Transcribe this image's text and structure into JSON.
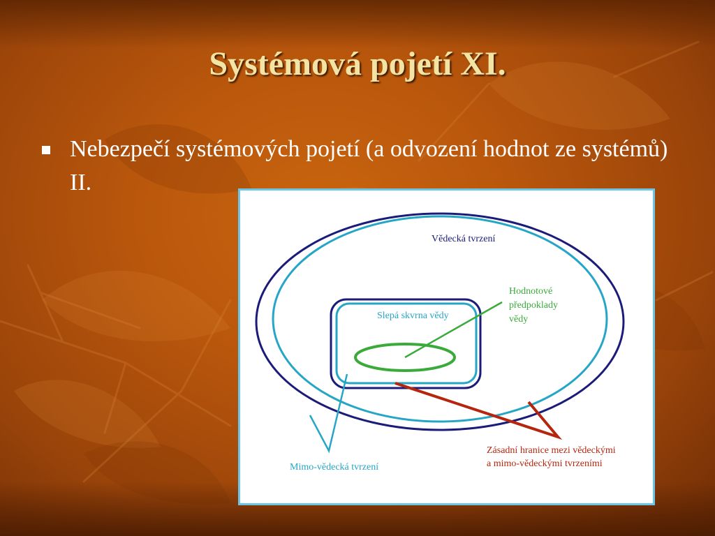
{
  "slide": {
    "title": "Systémová pojetí XI.",
    "bullet": "Nebezpečí systémových pojetí (a odvození hodnot ze systémů) II."
  },
  "diagram": {
    "outer_label": "Vědecká tvrzení",
    "blind_spot_label": "Slepá skvrna vědy",
    "values_label": [
      "Hodnotové",
      "předpoklady",
      "vědy"
    ],
    "outside_label": "Mimo-vědecká tvrzení",
    "boundary_label": [
      "Zásadní hranice mezi vědeckými",
      "a mimo-vědeckými tvrzeními"
    ]
  },
  "colors": {
    "title": "#f4e4a4",
    "navy": "#1b1c7a",
    "cyan": "#26a6c6",
    "green": "#3aab3a",
    "red": "#b5260f"
  }
}
